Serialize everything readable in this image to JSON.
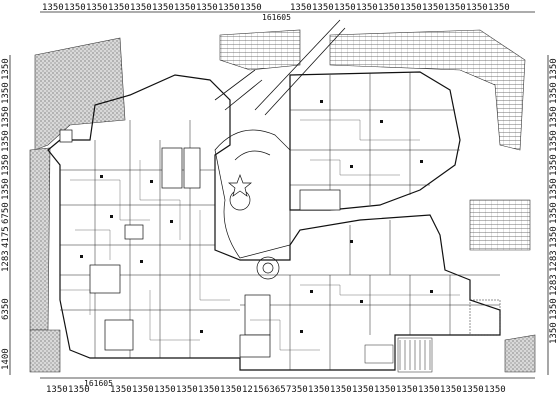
{
  "drawing": {
    "top_dims": [
      "1350",
      "1350",
      "1350",
      "1350",
      "1350",
      "1350",
      "1350",
      "1350",
      "1350",
      "1350",
      "1350",
      "1350",
      "1350",
      "1350",
      "1350",
      "1350",
      "1350",
      "1350",
      "1350",
      "1350"
    ],
    "top_overall": "161605",
    "bottom_dims": [
      "1350",
      "1350",
      "1350",
      "1350",
      "1350",
      "1350",
      "1350",
      "1350",
      "1215",
      "6365",
      "7350",
      "1350",
      "1350",
      "1350",
      "1350",
      "1350",
      "1350",
      "1350",
      "1350",
      "1350"
    ],
    "bottom_overall": "161605",
    "left_dims": [
      "1350",
      "1350",
      "1350",
      "1350",
      "1350",
      "1350",
      "6750",
      "4175",
      "1283",
      "6350",
      "1400"
    ],
    "right_dims": [
      "1350",
      "1350",
      "1350",
      "1350",
      "1350",
      "1350",
      "1350",
      "1350",
      "1283",
      "1283",
      "1350",
      "1350"
    ]
  }
}
